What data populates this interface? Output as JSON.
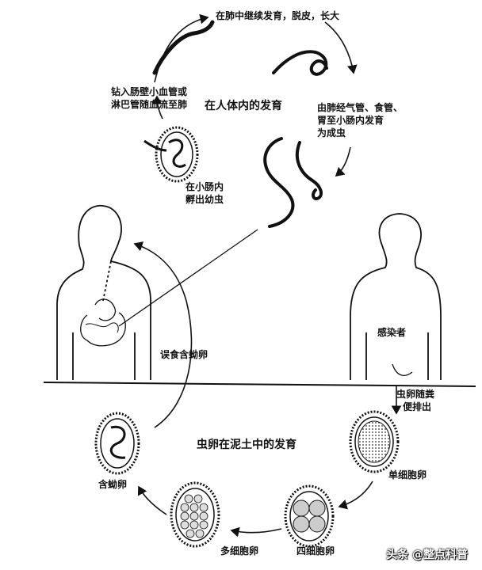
{
  "labels": {
    "lung_growth": "在肺中继续发育，脱皮，长大",
    "vessel_line1": "钻入肠壁小血管或",
    "vessel_line2": "淋巴管随血流至肺",
    "in_body_title": "在人体内的发育",
    "trachea_line1": "由肺经气管、食管、",
    "trachea_line2": "胃至小肠内发育",
    "trachea_line3": "为成虫",
    "hatch_line1": "在小肠内",
    "hatch_line2": "孵出幼虫",
    "swallow": "误食含蚴卵",
    "infected": "感染者",
    "excrete_line1": "虫卵随粪",
    "excrete_line2": "便排出",
    "soil_title": "虫卵在泥土中的发育",
    "larva_egg": "含蚴卵",
    "single_cell": "单细胞卵",
    "four_cell": "四细胞卵",
    "multi_cell": "多细胞卵"
  },
  "watermark": "头条 @整点科普"
}
